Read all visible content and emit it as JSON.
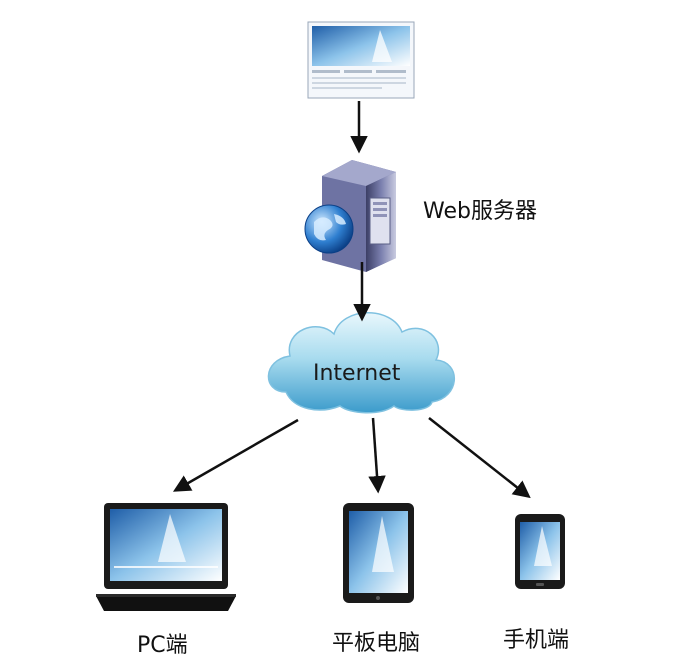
{
  "nodes": {
    "webpage": {
      "icon": "webpage-screenshot-icon"
    },
    "server": {
      "label": "Web服务器",
      "icon": "server-globe-icon"
    },
    "internet": {
      "label": "Internet",
      "icon": "cloud-icon"
    },
    "pc": {
      "label": "PC端",
      "icon": "laptop-icon"
    },
    "tablet": {
      "label": "平板电脑",
      "icon": "tablet-icon"
    },
    "phone": {
      "label": "手机端",
      "icon": "phone-icon"
    }
  },
  "edges": [
    {
      "from": "webpage",
      "to": "server"
    },
    {
      "from": "server",
      "to": "internet"
    },
    {
      "from": "internet",
      "to": "pc"
    },
    {
      "from": "internet",
      "to": "tablet"
    },
    {
      "from": "internet",
      "to": "phone"
    }
  ],
  "colors": {
    "arrow": "#111111",
    "cloud_top": "#dff3fb",
    "cloud_bottom": "#3fa2cf",
    "screen_blue": "#2a6fb8",
    "device_frame": "#1a1a1a",
    "server_body": "#5b5f8a"
  }
}
